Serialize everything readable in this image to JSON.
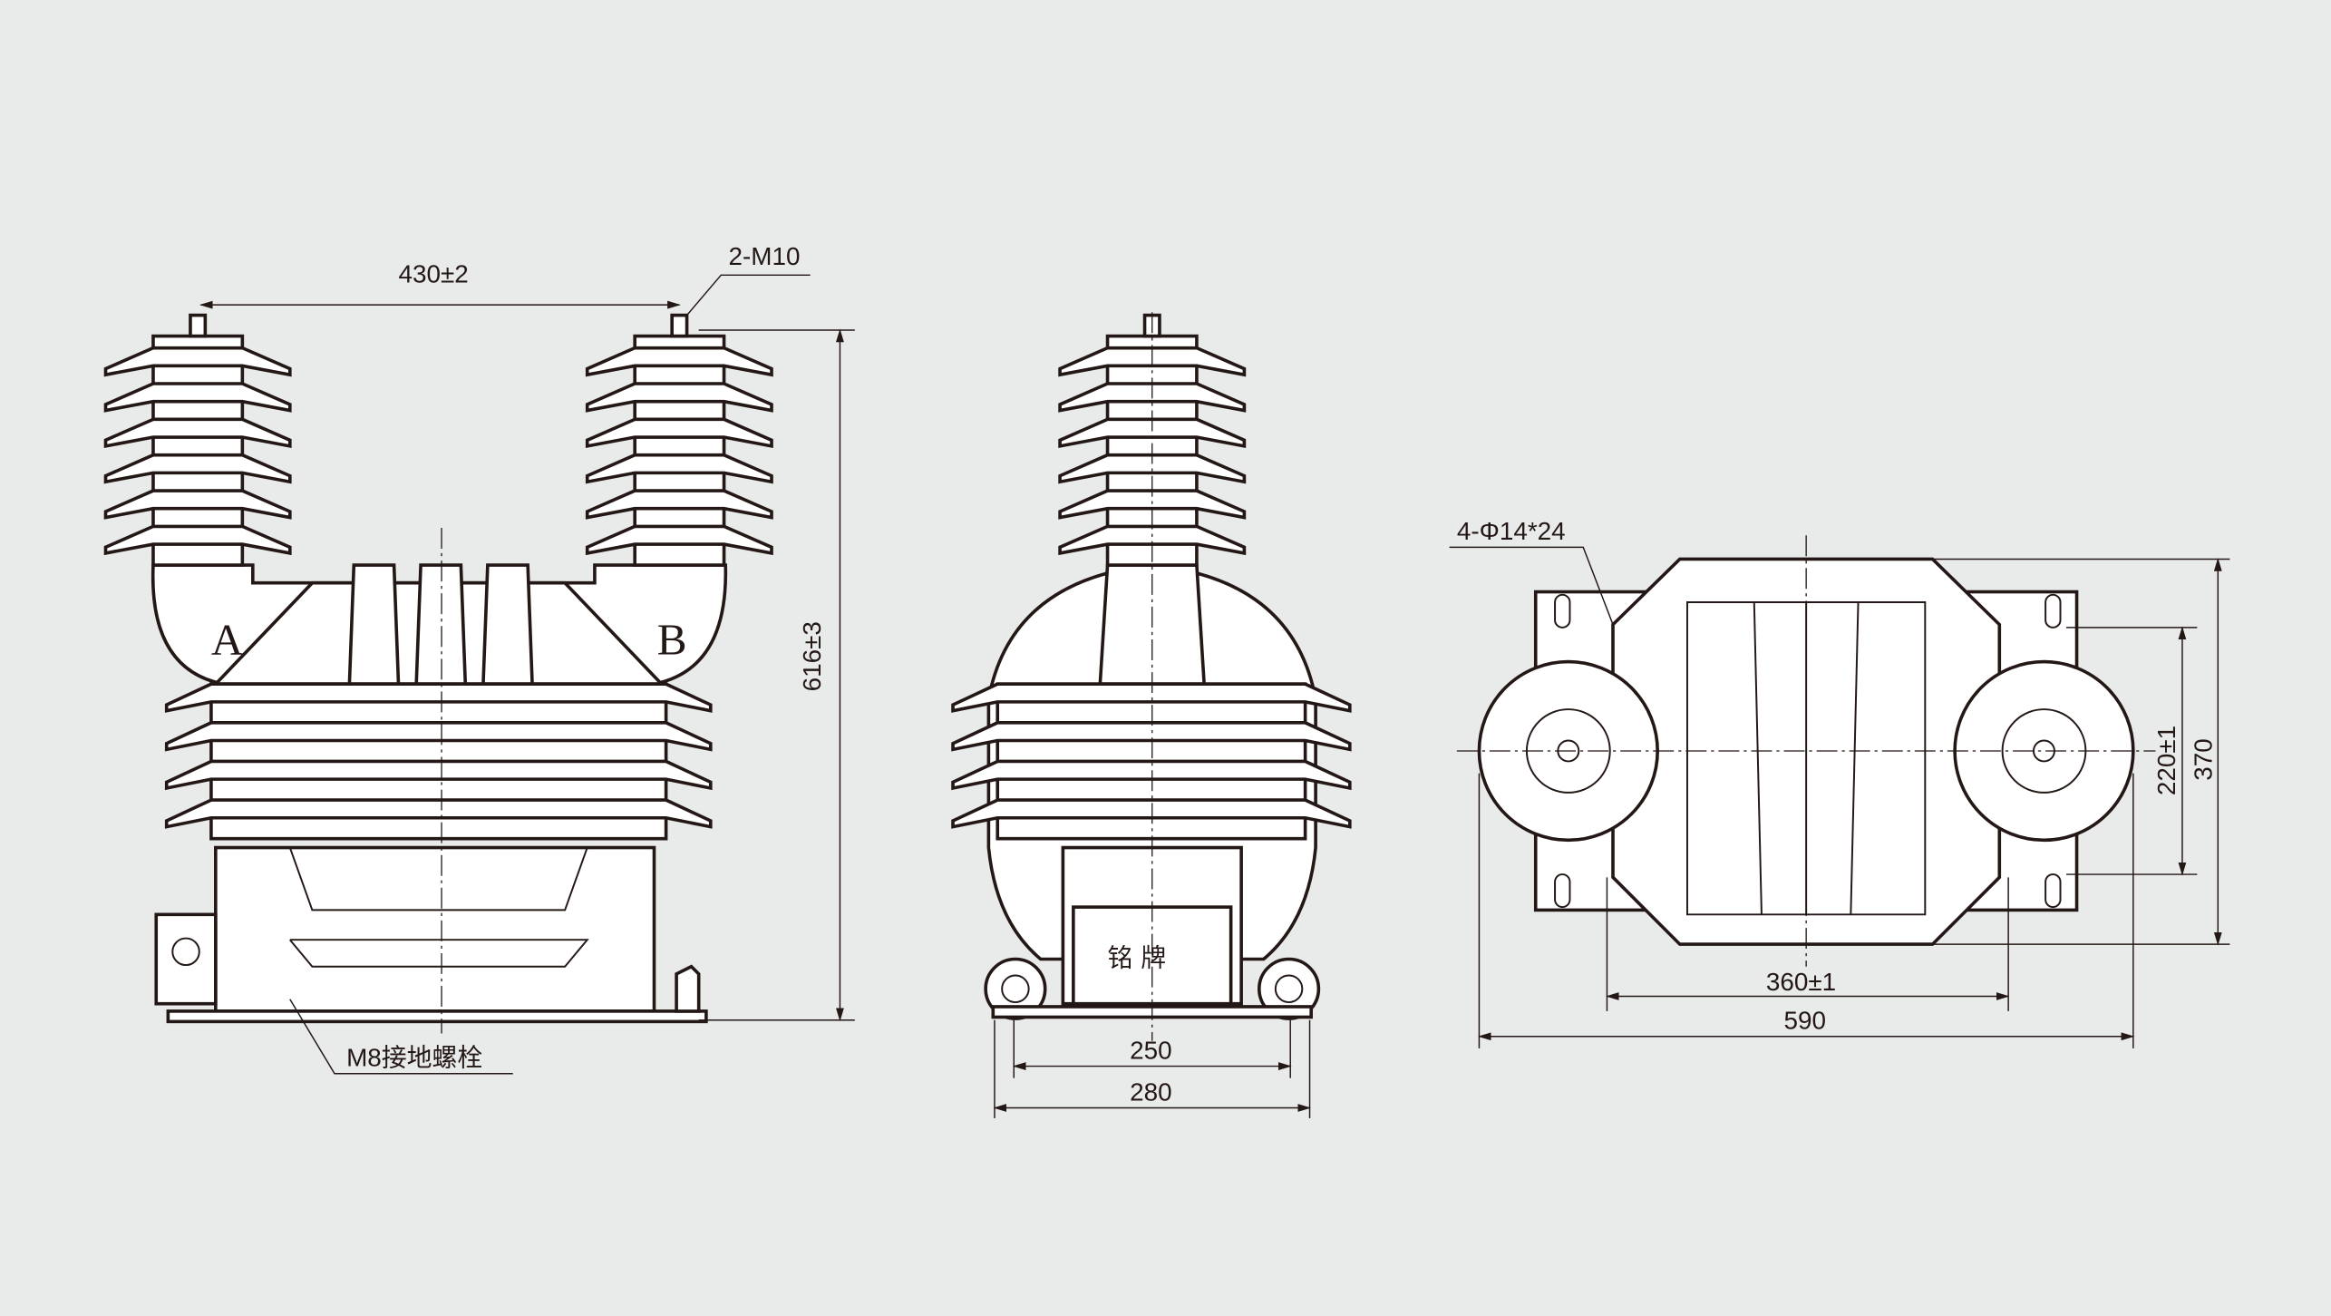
{
  "front_view": {
    "dim_terminal_spacing": "430±2",
    "terminal_callout": "2-M10",
    "dim_height": "616±3",
    "terminal_a": "A",
    "terminal_b": "B",
    "ground_bolt_callout": "M8接地螺栓"
  },
  "side_view": {
    "nameplate": "铭 牌",
    "dim_inner": "250",
    "dim_outer": "280"
  },
  "top_view": {
    "mounting_holes_callout": "4-Φ14*24",
    "dim_hole_spacing_h": "360±1",
    "dim_width": "590",
    "dim_hole_spacing_v": "220±1",
    "dim_depth": "370"
  }
}
